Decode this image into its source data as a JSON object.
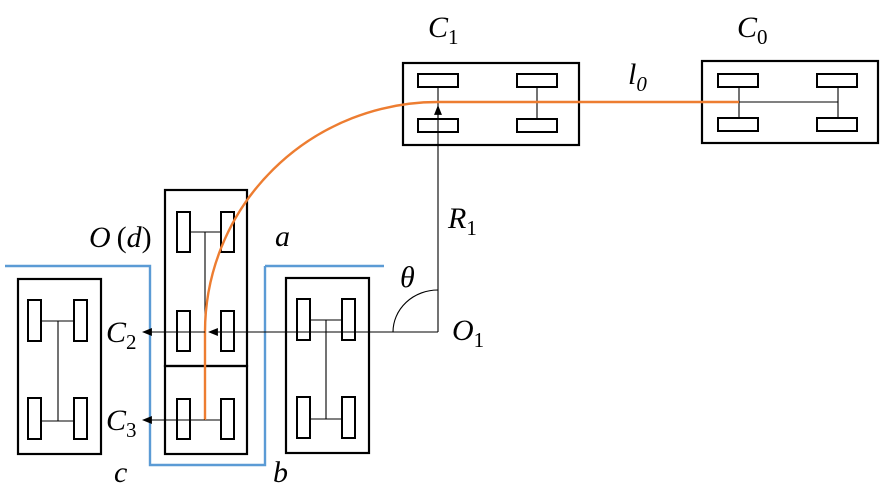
{
  "title": "Parallel parking path planning diagram",
  "colors": {
    "path": "#ED7D31",
    "slot": "#5B9BD5",
    "outline": "#000000"
  },
  "labels": {
    "C1": {
      "main": "C",
      "sub": "1"
    },
    "C0": {
      "main": "C",
      "sub": "0"
    },
    "C2": {
      "main": "C",
      "sub": "2"
    },
    "C3": {
      "main": "C",
      "sub": "3"
    },
    "l0": {
      "main": "l",
      "sub": "0"
    },
    "R1": {
      "main": "R",
      "sub": "1"
    },
    "O1": {
      "main": "O",
      "sub": "1"
    },
    "O": "O",
    "d_open": "(",
    "d": "d",
    "d_close": ")",
    "theta": "θ",
    "a": "a",
    "b": "b",
    "c": "c"
  },
  "vehicles": [
    {
      "id": "car-C1",
      "orientation": "horizontal",
      "role": "start of arc"
    },
    {
      "id": "car-C0",
      "orientation": "horizontal",
      "role": "initial position"
    },
    {
      "id": "car-parking",
      "orientation": "vertical",
      "role": "parking target (front)"
    },
    {
      "id": "car-parking-rear",
      "orientation": "vertical",
      "role": "parking target (rear segment)"
    },
    {
      "id": "car-left-neighbor",
      "orientation": "vertical",
      "role": "neighbor vehicle"
    },
    {
      "id": "car-right-neighbor",
      "orientation": "vertical",
      "role": "neighbor vehicle"
    }
  ],
  "angles": {
    "theta_deg": 90
  }
}
